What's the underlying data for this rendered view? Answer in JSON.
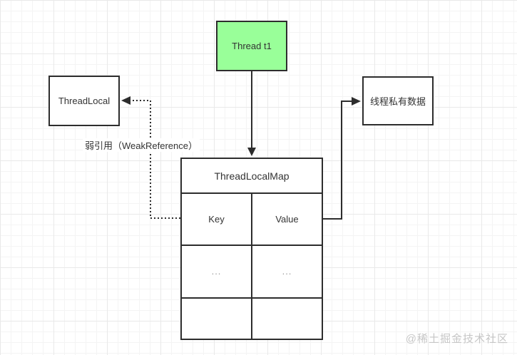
{
  "nodes": {
    "thread": {
      "label": "Thread t1",
      "fill": "#99ff99"
    },
    "threadlocal": {
      "label": "ThreadLocal"
    },
    "private_data": {
      "label": "线程私有数据"
    }
  },
  "map_table": {
    "title": "ThreadLocalMap",
    "columns": [
      "Key",
      "Value"
    ],
    "rows": [
      [
        "...",
        "..."
      ],
      [
        "",
        ""
      ]
    ]
  },
  "annotations": {
    "weak_reference_label": "弱引用（WeakReference）"
  },
  "watermark": "@稀土掘金技术社区",
  "colors": {
    "stroke": "#2d2d2d",
    "text": "#333333",
    "thread_fill": "#99ff99",
    "dots_text": "#999999",
    "watermark": "#c6c6c6",
    "grid_minor": "#f4f4f4",
    "grid_major": "#e9e9e9"
  }
}
